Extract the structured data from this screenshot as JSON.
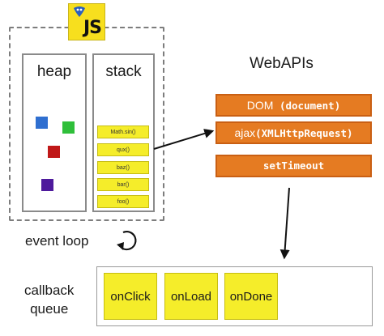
{
  "runtime": {
    "logo_text": "JS",
    "heap": {
      "title": "heap",
      "objects": [
        {
          "name": "blue",
          "color": "#2f6fd0"
        },
        {
          "name": "green",
          "color": "#2fbf3a"
        },
        {
          "name": "red",
          "color": "#c01818"
        },
        {
          "name": "purple",
          "color": "#4e1a9c"
        }
      ]
    },
    "stack": {
      "title": "stack",
      "frames": [
        "Math.sin()",
        "qux()",
        "baz()",
        "bar()",
        "foo()"
      ]
    }
  },
  "webapis": {
    "title": "WebAPIs",
    "items": [
      {
        "label": "DOM",
        "arg": "(document)"
      },
      {
        "label": "ajax",
        "arg": "(XMLHttpRequest)"
      },
      {
        "label": "setTimeout",
        "arg": ""
      }
    ]
  },
  "event_loop": {
    "label": "event loop"
  },
  "callback_queue": {
    "label_line1": "callback",
    "label_line2": "queue",
    "items": [
      "onClick",
      "onLoad",
      "onDone"
    ]
  },
  "colors": {
    "accent_yellow": "#f5ed2a",
    "api_orange": "#e57b22",
    "js_yellow": "#f7df1e"
  }
}
